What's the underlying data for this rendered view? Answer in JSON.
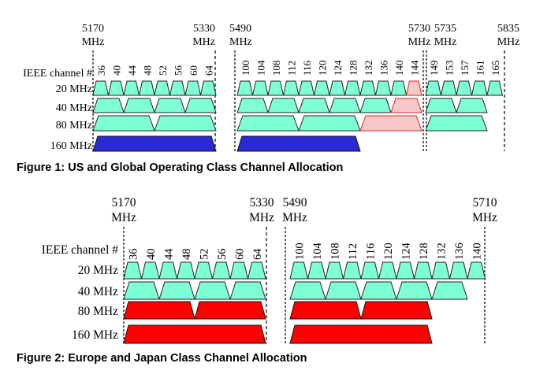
{
  "figure1": {
    "caption": "Figure 1: US and Global Operating Class Channel Allocation",
    "freq_markers": [
      {
        "id": "f1-5170",
        "value": "5170",
        "unit": "MHz"
      },
      {
        "id": "f1-5330",
        "value": "5330",
        "unit": "MHz"
      },
      {
        "id": "f1-5490",
        "value": "5490",
        "unit": "MHz"
      },
      {
        "id": "f1-5730",
        "value": "5730",
        "unit": "MHz"
      },
      {
        "id": "f1-5735",
        "value": "5735",
        "unit": "MHz"
      },
      {
        "id": "f1-5835",
        "value": "5835",
        "unit": "MHz"
      }
    ],
    "row_labels": {
      "channel": "IEEE channel #",
      "w20": "20 MHz",
      "w40": "40 MHz",
      "w80": "80 MHz",
      "w160": "160 MHz"
    },
    "channels": [
      "36",
      "40",
      "44",
      "48",
      "52",
      "56",
      "60",
      "64",
      "100",
      "104",
      "108",
      "112",
      "116",
      "120",
      "124",
      "128",
      "132",
      "136",
      "140",
      "144",
      "149",
      "153",
      "157",
      "161",
      "165"
    ],
    "colors": {
      "w20": "#7fffd4",
      "w40": "#7fffd4",
      "w80": "#7fffd4",
      "w160": "#2a2ad2",
      "highlight_border": "#e02020",
      "highlight_fill": "#f7c8c8"
    }
  },
  "figure2": {
    "caption": "Figure 2: Europe and Japan Class Channel Allocation",
    "freq_markers": [
      {
        "id": "f2-5170",
        "value": "5170",
        "unit": "MHz"
      },
      {
        "id": "f2-5330",
        "value": "5330",
        "unit": "MHz"
      },
      {
        "id": "f2-5490",
        "value": "5490",
        "unit": "MHz"
      },
      {
        "id": "f2-5710",
        "value": "5710",
        "unit": "MHz"
      }
    ],
    "row_labels": {
      "channel": "IEEE channel #",
      "w20": "20 MHz",
      "w40": "40 MHz",
      "w80": "80 MHz",
      "w160": "160 MHz"
    },
    "channels": [
      "36",
      "40",
      "44",
      "48",
      "52",
      "56",
      "60",
      "64",
      "100",
      "104",
      "108",
      "112",
      "116",
      "120",
      "124",
      "128",
      "132",
      "136",
      "140"
    ],
    "colors": {
      "w20": "#7fffd4",
      "w40": "#7fffd4",
      "w80": "#ff0000",
      "w160": "#ff0000"
    }
  }
}
